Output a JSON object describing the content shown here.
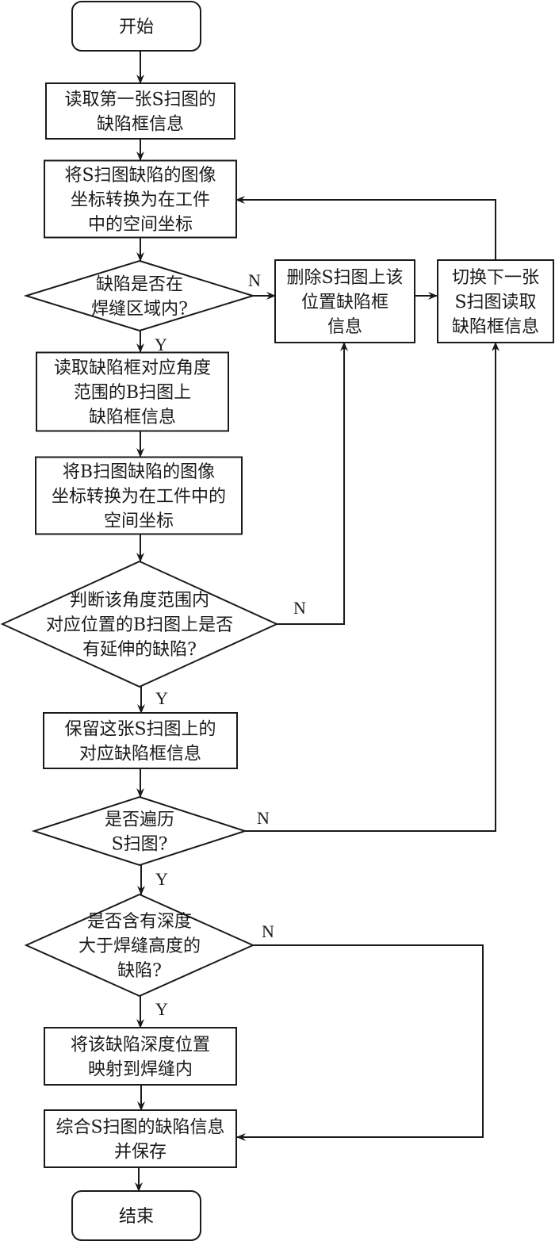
{
  "flowchart": {
    "nodes": {
      "start": {
        "type": "terminal",
        "lines": [
          "开始"
        ]
      },
      "read_first": {
        "type": "process",
        "lines": [
          "读取第一张S扫图的",
          "缺陷框信息"
        ]
      },
      "convert_s": {
        "type": "process",
        "lines": [
          "将S扫图缺陷的图像",
          "坐标转换为在工件",
          "中的空间坐标"
        ]
      },
      "in_weld": {
        "type": "decision",
        "lines": [
          "缺陷是否在",
          "焊缝区域内?"
        ]
      },
      "delete_box": {
        "type": "process",
        "lines": [
          "删除S扫图上该",
          "位置缺陷框",
          "信息"
        ]
      },
      "next_s": {
        "type": "process",
        "lines": [
          "切换下一张",
          "S扫图读取",
          "缺陷框信息"
        ]
      },
      "read_b": {
        "type": "process",
        "lines": [
          "读取缺陷框对应角度",
          "范围的B扫图上",
          "缺陷框信息"
        ]
      },
      "convert_b": {
        "type": "process",
        "lines": [
          "将B扫图缺陷的图像",
          "坐标转换为在工件中的",
          "空间坐标"
        ]
      },
      "extend": {
        "type": "decision",
        "lines": [
          "判断该角度范围内",
          "对应位置的B扫图上是否",
          "有延伸的缺陷?"
        ]
      },
      "keep": {
        "type": "process",
        "lines": [
          "保留这张S扫图上的",
          "对应缺陷框信息"
        ]
      },
      "traversed": {
        "type": "decision",
        "lines": [
          "是否遍历",
          "S扫图?"
        ]
      },
      "depth": {
        "type": "decision",
        "lines": [
          "是否含有深度",
          "大于焊缝高度的",
          "缺陷?"
        ]
      },
      "map_depth": {
        "type": "process",
        "lines": [
          "将该缺陷深度位置",
          "映射到焊缝内"
        ]
      },
      "combine": {
        "type": "process",
        "lines": [
          "综合S扫图的缺陷信息",
          "并保存"
        ]
      },
      "end": {
        "type": "terminal",
        "lines": [
          "结束"
        ]
      }
    },
    "edges": [
      {
        "from": "start",
        "to": "read_first",
        "label": ""
      },
      {
        "from": "read_first",
        "to": "convert_s",
        "label": ""
      },
      {
        "from": "convert_s",
        "to": "in_weld",
        "label": ""
      },
      {
        "from": "in_weld",
        "to": "delete_box",
        "label": "N"
      },
      {
        "from": "in_weld",
        "to": "read_b",
        "label": "Y"
      },
      {
        "from": "delete_box",
        "to": "next_s",
        "label": ""
      },
      {
        "from": "next_s",
        "to": "convert_s",
        "label": ""
      },
      {
        "from": "read_b",
        "to": "convert_b",
        "label": ""
      },
      {
        "from": "convert_b",
        "to": "extend",
        "label": ""
      },
      {
        "from": "extend",
        "to": "delete_box",
        "label": "N"
      },
      {
        "from": "extend",
        "to": "keep",
        "label": "Y"
      },
      {
        "from": "keep",
        "to": "traversed",
        "label": ""
      },
      {
        "from": "traversed",
        "to": "next_s",
        "label": "N"
      },
      {
        "from": "traversed",
        "to": "depth",
        "label": "Y"
      },
      {
        "from": "depth",
        "to": "combine",
        "label": "N"
      },
      {
        "from": "depth",
        "to": "map_depth",
        "label": "Y"
      },
      {
        "from": "map_depth",
        "to": "combine",
        "label": ""
      },
      {
        "from": "combine",
        "to": "end",
        "label": ""
      }
    ]
  }
}
